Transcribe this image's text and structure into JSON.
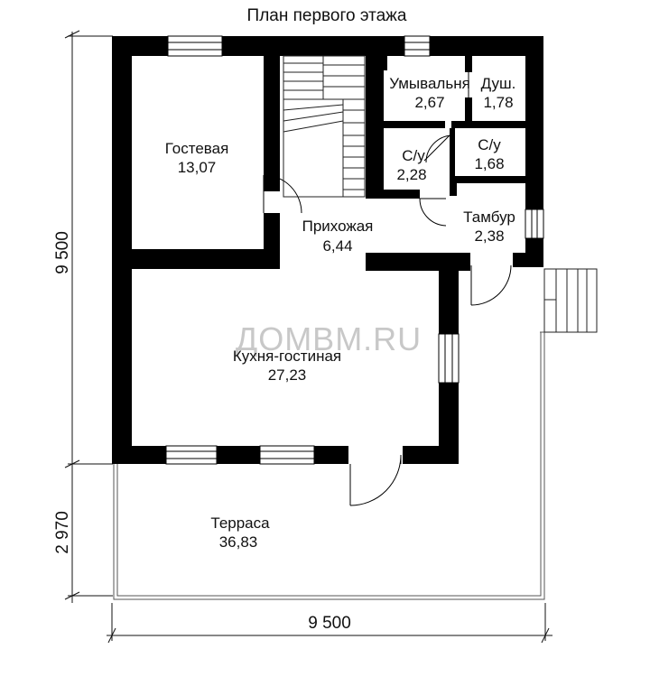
{
  "title": "План первого этажа",
  "watermark": "ДОМВМ.RU",
  "dimensions": {
    "left_main": "9 500",
    "left_terrace": "2 970",
    "bottom": "9 500"
  },
  "rooms": {
    "guest": {
      "name": "Гостевая",
      "area": "13,07"
    },
    "hall": {
      "name": "Прихожая",
      "area": "6,44"
    },
    "washroom": {
      "name": "Умывальня",
      "area": "2,67"
    },
    "shower": {
      "name": "Душ.",
      "area": "1,78"
    },
    "wc1": {
      "name": "С/у",
      "area": "2,28"
    },
    "wc2": {
      "name": "С/у",
      "area": "1,68"
    },
    "vestibule": {
      "name": "Тамбур",
      "area": "2,38"
    },
    "kitchen": {
      "name": "Кухня-гостиная",
      "area": "27,23"
    },
    "terrace": {
      "name": "Терраса",
      "area": "36,83"
    }
  }
}
